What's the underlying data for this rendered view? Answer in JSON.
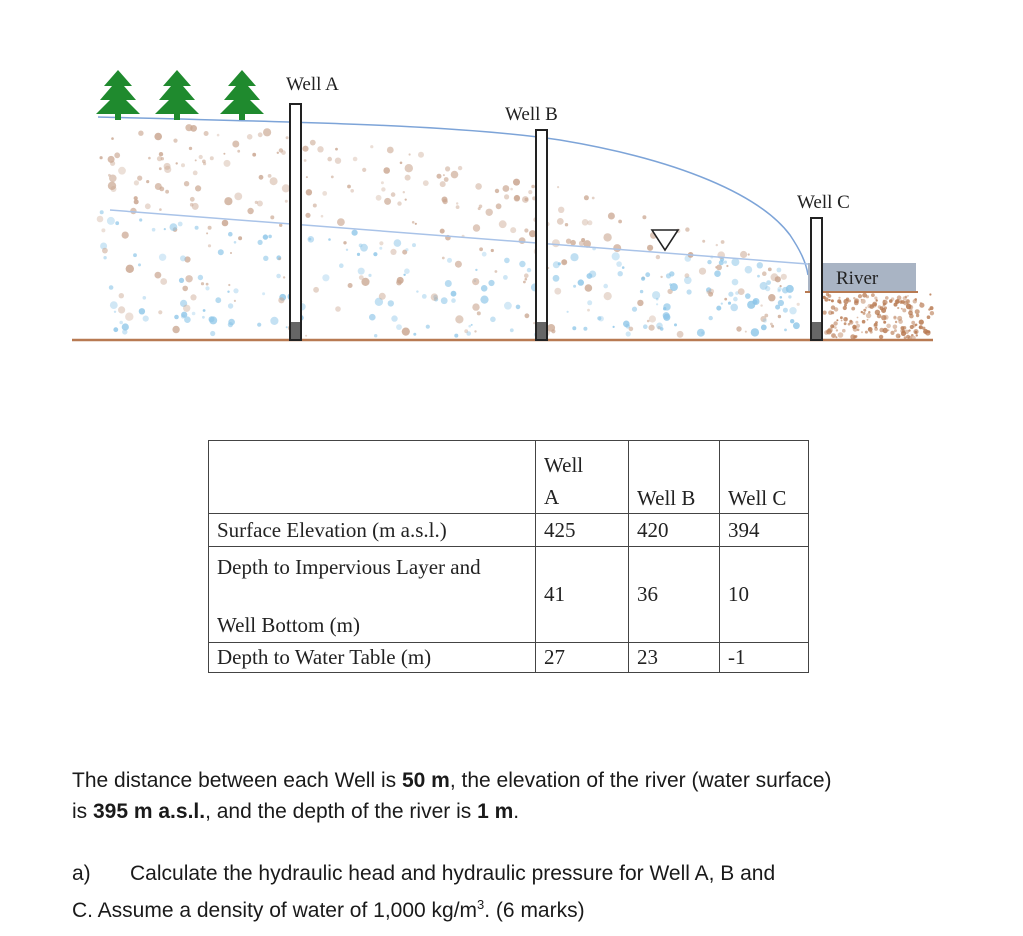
{
  "diagram": {
    "well_a": "Well A",
    "well_b": "Well B",
    "well_c": "Well C",
    "river": "River"
  },
  "table": {
    "header": {
      "well_a_line1": "Well",
      "well_a_line2": "A",
      "well_b": "Well B",
      "well_c": "Well C"
    },
    "rows": [
      {
        "label": "Surface Elevation (m a.s.l.)",
        "a": "425",
        "b": "420",
        "c": "394"
      },
      {
        "label_line1": "Depth to Impervious Layer and",
        "label_line2": "Well Bottom (m)",
        "a": "41",
        "b": "36",
        "c": "10"
      },
      {
        "label": "Depth to Water Table (m)",
        "a": "27",
        "b": "23",
        "c": "-1"
      }
    ]
  },
  "text": {
    "p1_a": "The distance between each Well is ",
    "p1_b": "50 m",
    "p1_c": ", the elevation of the river (water surface)",
    "p1_d": "is ",
    "p1_e": "395 m a.s.l.",
    "p1_f": ", and the depth of the river is ",
    "p1_g": "1 m",
    "p1_h": ".",
    "q_label": "a)",
    "q_line1": "Calculate the hydraulic head and hydraulic pressure for Well A, B and",
    "q_line2a": "C. Assume a density of water of 1,000 kg/m",
    "q_line2_sup": "3",
    "q_line2b": ". (6 marks)"
  },
  "colors": {
    "ground": "#b87a52",
    "water_line": "#7da4d8",
    "river": "#a9b4c4",
    "trees": "#1f8a2e",
    "wet_dots": "#8ec6e8",
    "dry_dots": "#c9a58f"
  }
}
